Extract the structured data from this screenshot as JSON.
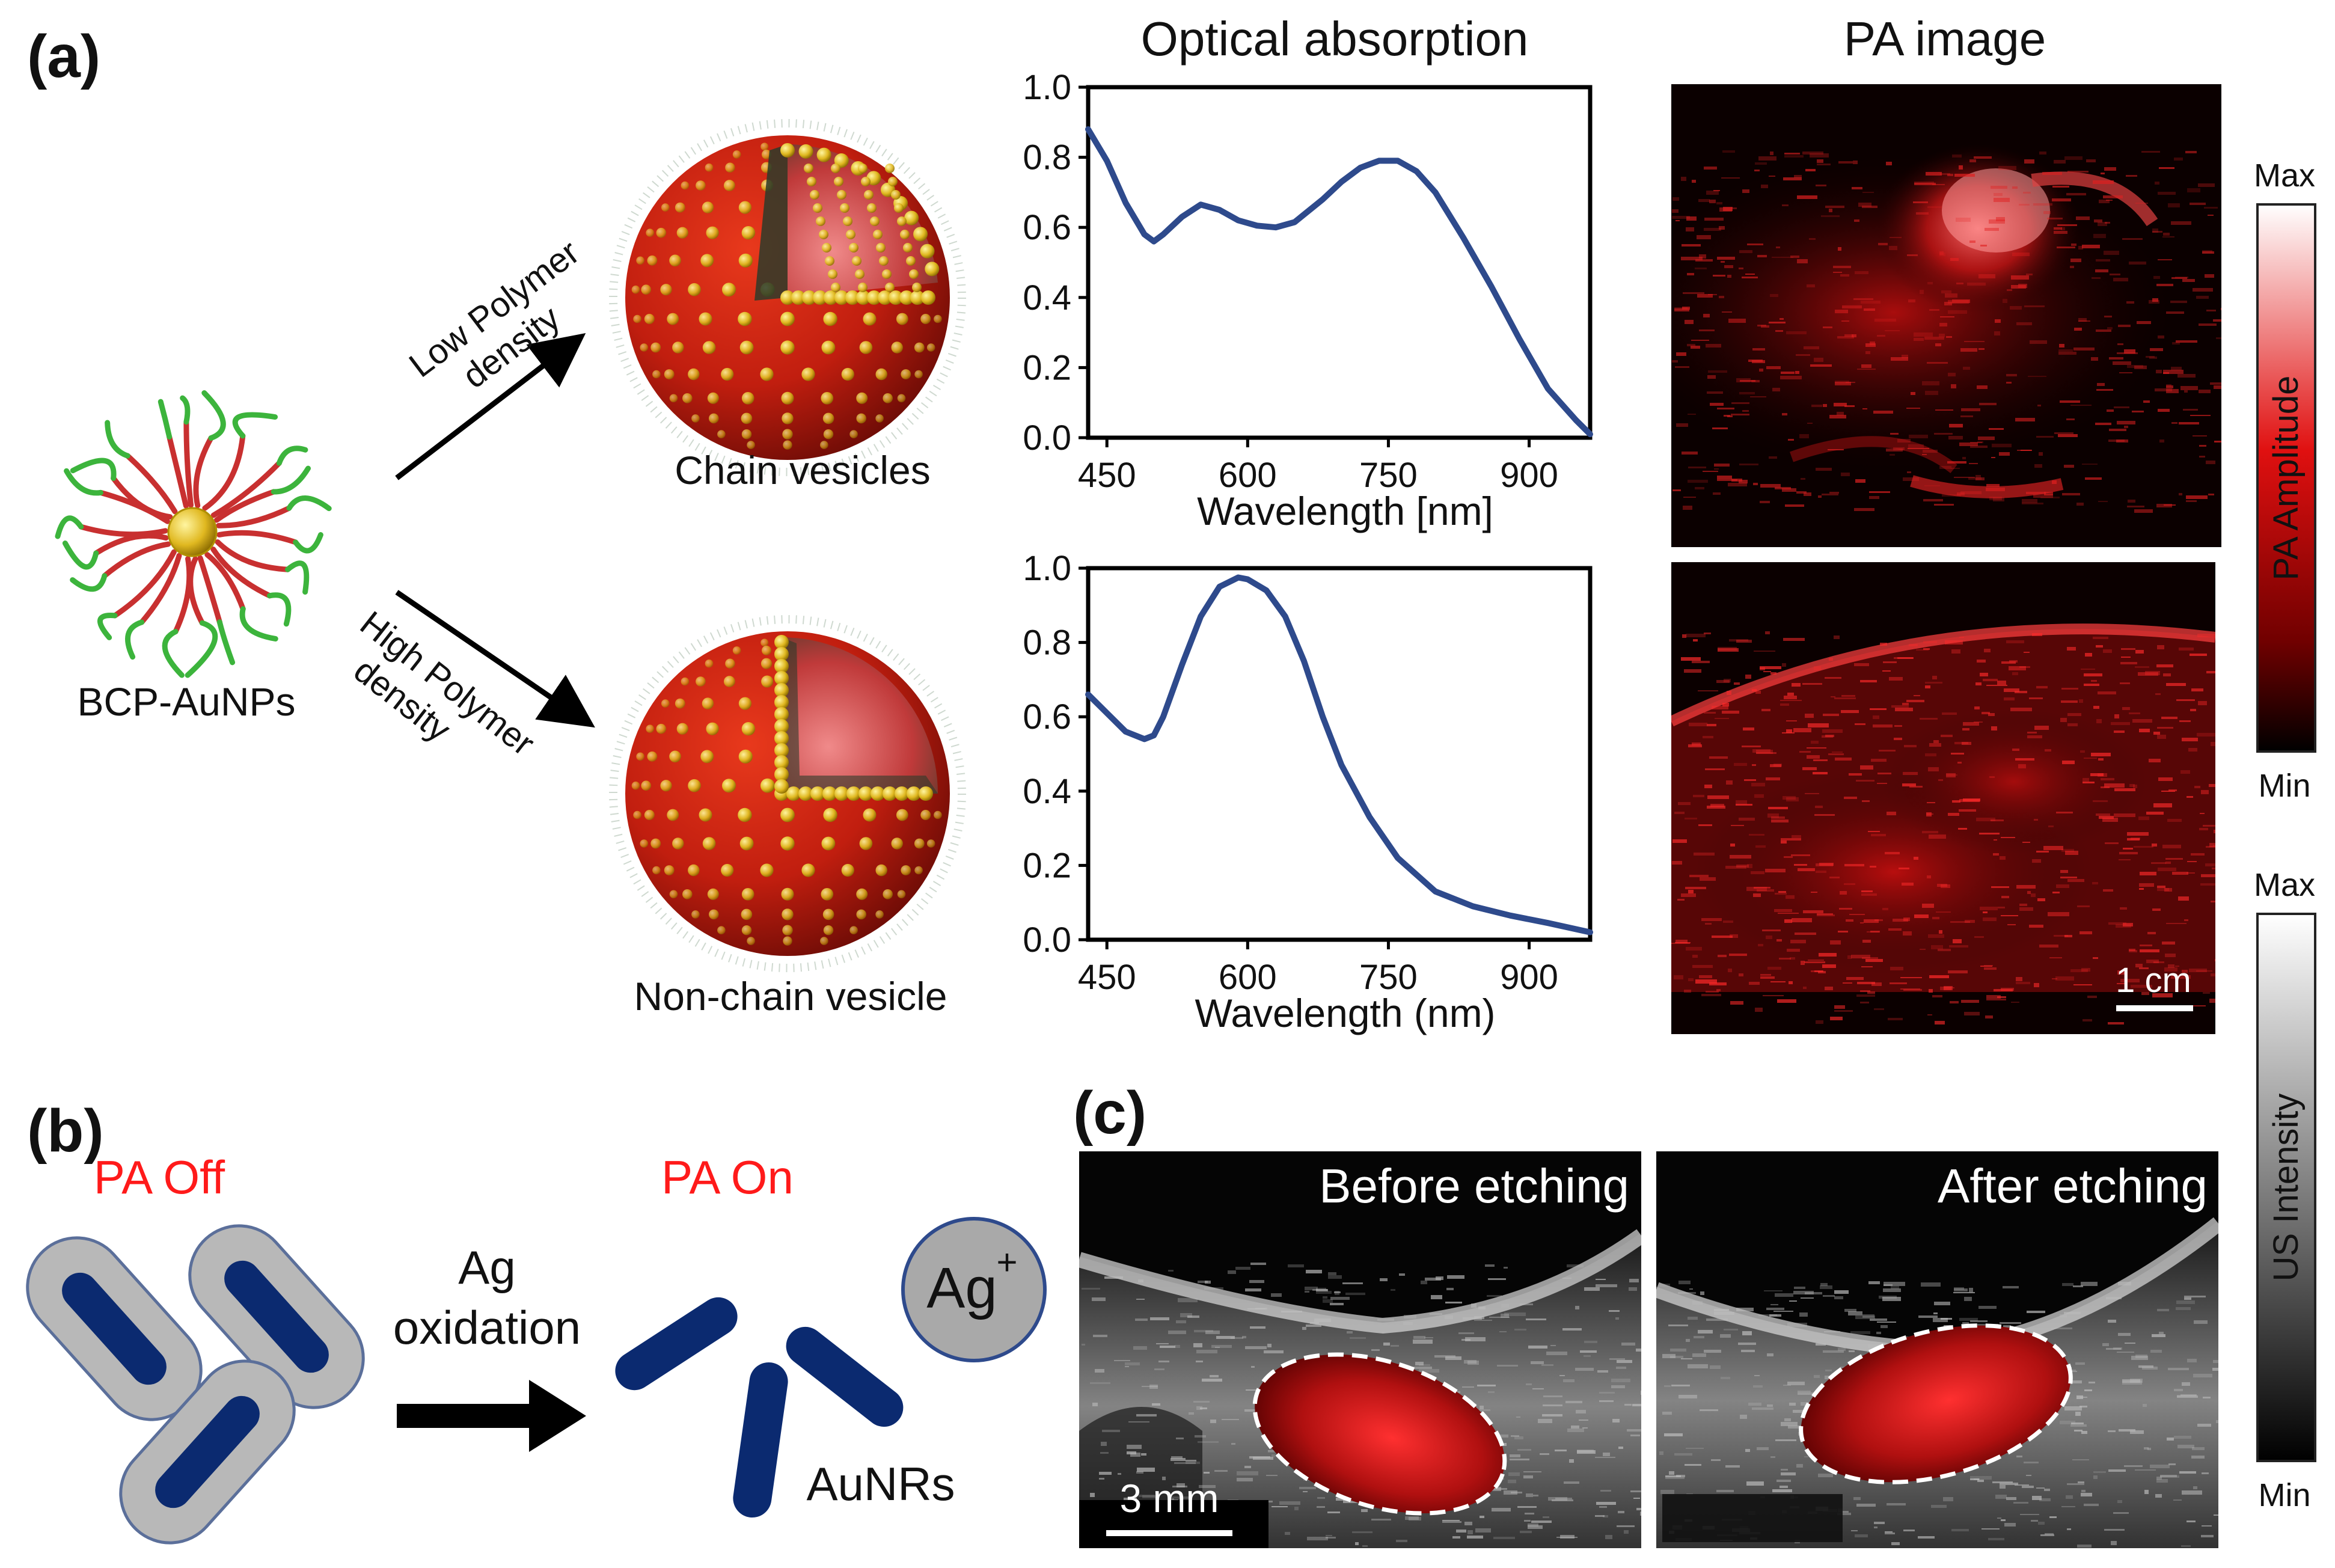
{
  "panel_labels": {
    "a": "(a)",
    "b": "(b)",
    "c": "(c)"
  },
  "panel_a": {
    "bcp_label": "BCP-AuNPs",
    "arrow_low": "Low Polymer density",
    "arrow_low_line1": "Low Polymer",
    "arrow_low_line2": "density",
    "arrow_high_line1": "High Polymer",
    "arrow_high_line2": "density",
    "vesicle_top": "Chain vesicles",
    "vesicle_bottom": "Non-chain vesicle",
    "absorption_title": "Optical absorption",
    "pa_title": "PA image",
    "scale_bar": "1 cm",
    "colorbar_pa": {
      "label": "PA Amplitude",
      "max": "Max",
      "min": "Min"
    },
    "colorbar_us": {
      "label": "US Intensity",
      "max": "Max",
      "min": "Min"
    }
  },
  "panel_b": {
    "pa_off": "PA Off",
    "pa_on": "PA On",
    "step_line1": "Ag",
    "step_line2": "oxidation",
    "ion": "Ag",
    "ion_sup": "+",
    "product": "AuNRs"
  },
  "panel_c": {
    "before": "Before etching",
    "after": "After etching",
    "scale_bar": "3 mm"
  },
  "colors": {
    "line": "#2e4a8c",
    "rod": "#0b2a70",
    "shell": "#b8b8b8",
    "red_text": "#ff1a1a"
  },
  "chart_data": [
    {
      "type": "line",
      "title": "",
      "xlabel": "Wavelength [nm]",
      "ylabel": "",
      "xlim": [
        430,
        965
      ],
      "ylim": [
        0,
        1.0
      ],
      "xticks": [
        450,
        600,
        750,
        900
      ],
      "yticks": [
        0.0,
        0.2,
        0.4,
        0.6,
        0.8,
        1.0
      ],
      "x": [
        430,
        450,
        470,
        490,
        500,
        510,
        530,
        550,
        570,
        590,
        610,
        630,
        650,
        680,
        700,
        720,
        740,
        760,
        780,
        800,
        830,
        860,
        890,
        920,
        950,
        965
      ],
      "series": [
        {
          "values": [
            0.88,
            0.79,
            0.67,
            0.58,
            0.56,
            0.58,
            0.63,
            0.665,
            0.65,
            0.62,
            0.605,
            0.6,
            0.615,
            0.68,
            0.73,
            0.77,
            0.79,
            0.79,
            0.76,
            0.7,
            0.57,
            0.43,
            0.28,
            0.14,
            0.05,
            0.01
          ]
        }
      ]
    },
    {
      "type": "line",
      "title": "",
      "xlabel": "Wavelength (nm)",
      "ylabel": "",
      "xlim": [
        430,
        965
      ],
      "ylim": [
        0,
        1.0
      ],
      "xticks": [
        450,
        600,
        750,
        900
      ],
      "yticks": [
        0.0,
        0.2,
        0.4,
        0.6,
        0.8,
        1.0
      ],
      "x": [
        430,
        450,
        470,
        490,
        500,
        510,
        530,
        550,
        570,
        590,
        600,
        620,
        640,
        660,
        680,
        700,
        730,
        760,
        800,
        840,
        880,
        920,
        965
      ],
      "series": [
        {
          "values": [
            0.66,
            0.61,
            0.56,
            0.54,
            0.55,
            0.6,
            0.74,
            0.87,
            0.95,
            0.975,
            0.97,
            0.94,
            0.87,
            0.75,
            0.6,
            0.47,
            0.33,
            0.22,
            0.13,
            0.09,
            0.065,
            0.045,
            0.02
          ]
        }
      ]
    }
  ]
}
